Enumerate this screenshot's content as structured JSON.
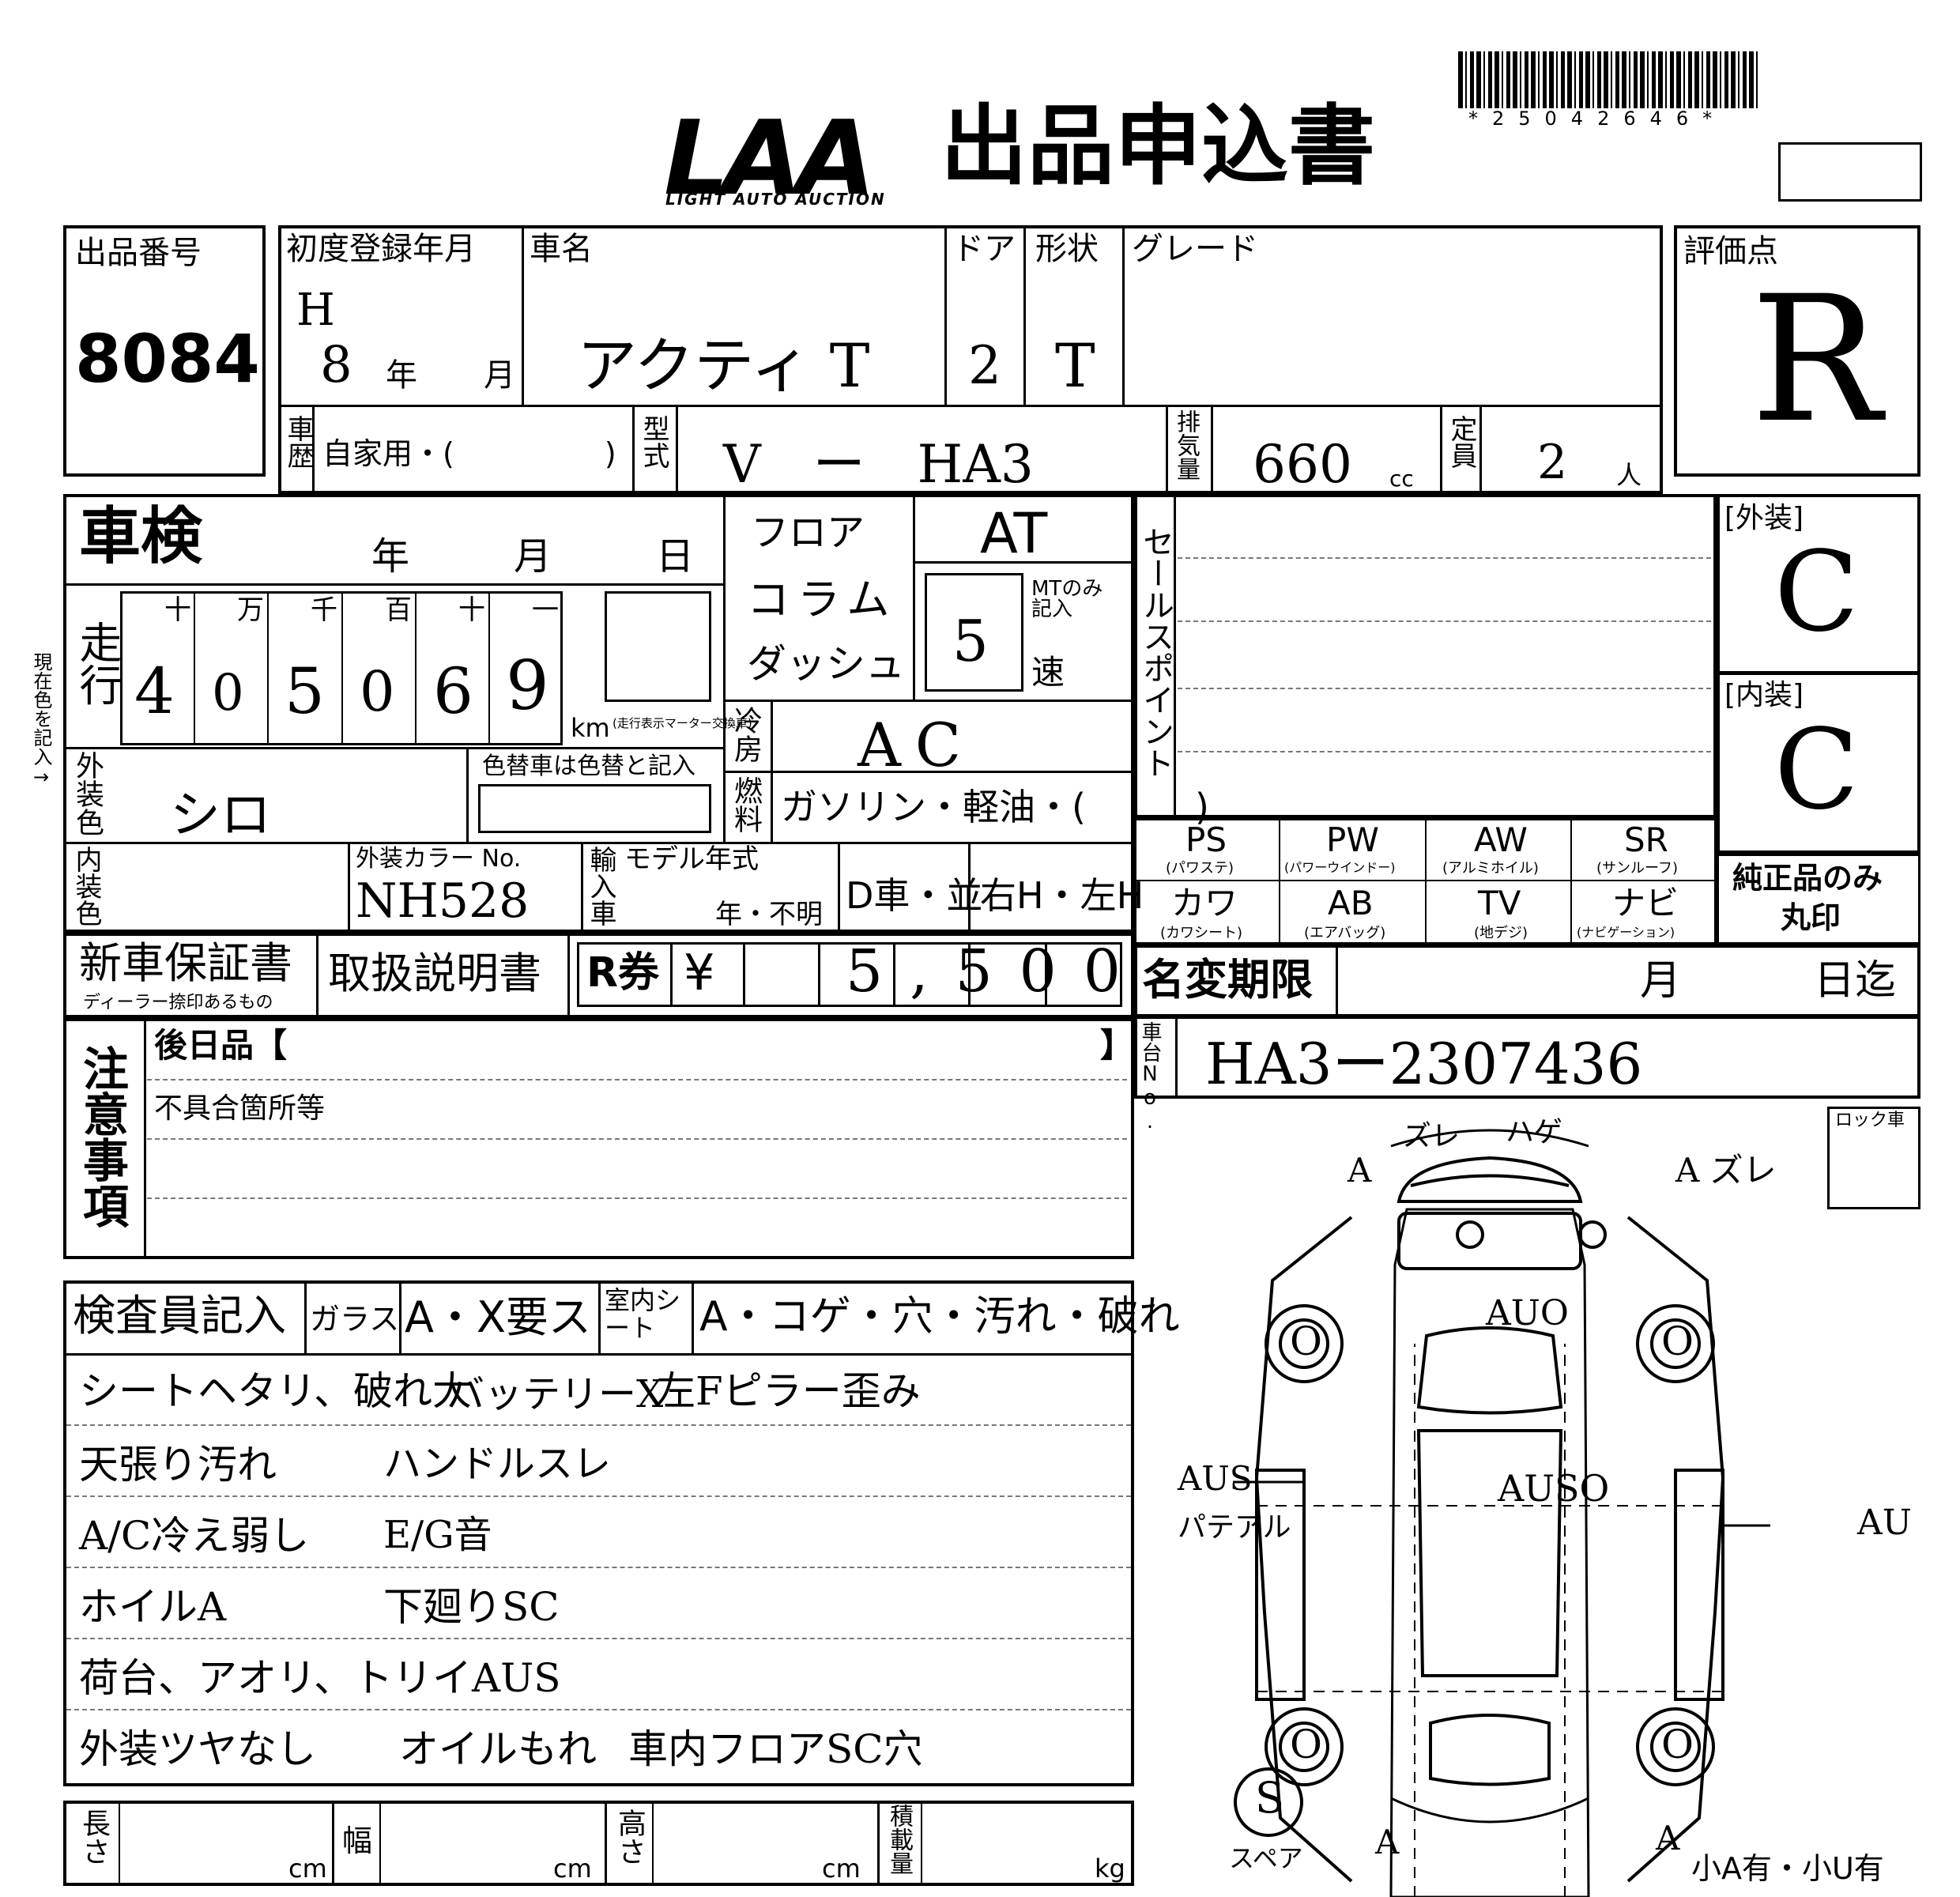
{
  "header": {
    "logo_text": "LAA",
    "logo_sub": "LIGHT AUTO AUCTION",
    "title": "出品申込書",
    "barcode_number": "*25042646*"
  },
  "lot": {
    "label": "出品番号",
    "value": "8084"
  },
  "registration": {
    "label": "初度登録年月",
    "era": "H",
    "year": "8",
    "year_unit": "年",
    "month_unit": "月"
  },
  "car_name": {
    "label": "車名",
    "value": "アクティ T"
  },
  "door": {
    "label": "ドア",
    "value": "2"
  },
  "shape": {
    "label": "形状",
    "value": "T"
  },
  "grade": {
    "label": "グレード",
    "value": ""
  },
  "score": {
    "label": "評価点",
    "value": "R"
  },
  "history": {
    "label": "車歴",
    "value": "自家用・(　　　　　)"
  },
  "model": {
    "label": "型式",
    "value": "V　ー　HA3"
  },
  "displacement": {
    "label": "排気量",
    "value": "660",
    "unit": "cc"
  },
  "capacity": {
    "label": "定員",
    "value": "2",
    "unit": "人"
  },
  "inspection": {
    "label": "車検",
    "year": "年",
    "month": "月",
    "day": "日"
  },
  "shift": {
    "options": [
      "フロア",
      "コラム",
      "ダッシュ"
    ],
    "transmission": "AT",
    "mt_note": "MTのみ記入",
    "speed_value": "5",
    "speed_unit": "速"
  },
  "mileage": {
    "label": "走行",
    "units": [
      "十",
      "万",
      "千",
      "百",
      "十",
      "一"
    ],
    "digits": [
      "4",
      "0",
      "5",
      "0",
      "6",
      "9"
    ],
    "unit": "km",
    "unit_note": "(走行表示マーター交換車)"
  },
  "ac": {
    "label": "冷房",
    "value": "AC"
  },
  "fuel": {
    "label": "燃料",
    "value": "ガソリン・軽油・(　　　)"
  },
  "exterior_color": {
    "label": "外装色",
    "value": "シロ",
    "repaint_note": "色替車は色替と記入"
  },
  "interior_color": {
    "label": "内装色"
  },
  "color_code": {
    "label": "外装カラー No.",
    "value": "NH528"
  },
  "import": {
    "label": "輸入車"
  },
  "model_year": {
    "label": "モデル年式",
    "value": "年・不明"
  },
  "dealer": {
    "value": "D車・並"
  },
  "steering": {
    "value": "右H・左H"
  },
  "sales_point": {
    "label": "セールスポイント"
  },
  "exterior_grade": {
    "label": "[外装]",
    "value": "C"
  },
  "interior_grade": {
    "label": "[内装]",
    "value": "C"
  },
  "options": [
    {
      "name": "PS",
      "sub": "(パワステ)"
    },
    {
      "name": "PW",
      "sub": "(パワーウインドー)"
    },
    {
      "name": "AW",
      "sub": "(アルミホイル)"
    },
    {
      "name": "SR",
      "sub": "(サンルーフ)"
    },
    {
      "name": "カワ",
      "sub": "(カワシート)"
    },
    {
      "name": "AB",
      "sub": "(エアバッグ)"
    },
    {
      "name": "TV",
      "sub": "(地デジ)"
    },
    {
      "name": "ナビ",
      "sub": "(ナビゲーション)"
    }
  ],
  "genuine_note": {
    "line1": "純正品のみ",
    "line2": "丸印"
  },
  "warranty": {
    "label": "新車保証書",
    "note": "ディーラー捺印あるもの"
  },
  "manual": {
    "label": "取扱説明書"
  },
  "recycle": {
    "label": "R券",
    "yen": "¥",
    "value": "5,500"
  },
  "name_change": {
    "label": "名変期限",
    "month": "月",
    "day": "日迄"
  },
  "chassis": {
    "label": "車台No.",
    "value": "HA3ー2307436"
  },
  "notes": {
    "label": "注意事項",
    "later_items": "後日品【",
    "later_close": "】",
    "defects": "不具合箇所等"
  },
  "inspector": {
    "label": "検査員記入",
    "glass_label": "ガラス",
    "glass_value": "A・X要ス",
    "seat_label": "室内シート",
    "seat_value": "A・コゲ・穴・汚れ・破れ",
    "lines": [
      [
        "シートヘタリ、破れ大",
        "バッテリーX",
        "左Fピラー歪み"
      ],
      [
        "天張り汚れ",
        "ハンドルスレ",
        ""
      ],
      [
        "A/C冷え弱し",
        "E/G音",
        ""
      ],
      [
        "ホイルA",
        "下廻りSC",
        ""
      ],
      [
        "荷台、アオリ、トリイAUS",
        "",
        ""
      ],
      [
        "外装ツヤなし",
        "オイルもれ",
        "車内フロアSC穴"
      ]
    ]
  },
  "dimensions": {
    "length": "長さ",
    "width": "幅",
    "height": "高さ",
    "load": "積載量",
    "cm": "cm",
    "kg": "kg"
  },
  "lock": {
    "label": "ロック車"
  },
  "diagram": {
    "marks": [
      "A",
      "ズレ",
      "ハゲ",
      "A ズレ",
      "AUO",
      "AUSO",
      "AUS",
      "パテアル",
      "AU",
      "O",
      "O",
      "O",
      "O",
      "A",
      "A"
    ],
    "spare_label": "スペア",
    "spare_mark": "S",
    "footer": "小A有・小U有"
  },
  "side_note": "現在色を記入→"
}
